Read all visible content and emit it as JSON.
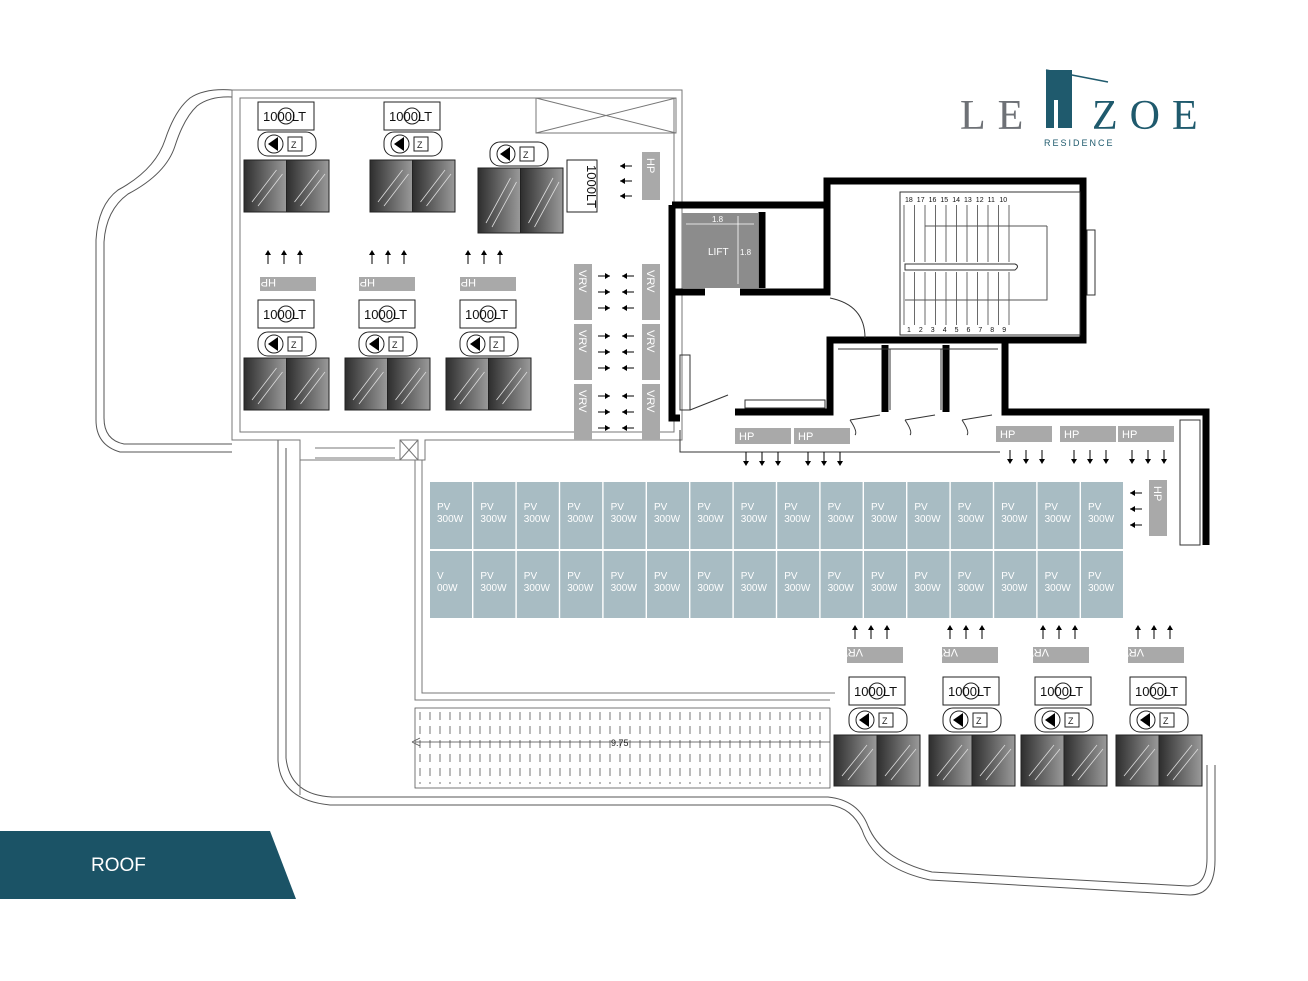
{
  "brand": {
    "name_left": "LE",
    "name_right": "ZOE",
    "subtitle": "RESIDENCE",
    "color": "#1f5a6d"
  },
  "floor_label": "ROOF",
  "colors": {
    "banner": "#1b5366",
    "pv": "#a8bcc3",
    "equipment": "#a9a9a9",
    "wall": "#000000",
    "lift": "#8c8c8c"
  },
  "labels": {
    "tank": "1000LT",
    "heat_pump": "HP",
    "vrv": "VRV",
    "lift": "LIFT",
    "lift_dim": "1.8",
    "pv_line1": "PV",
    "pv_line2": "300W",
    "pv_partial_line1": "V",
    "pv_partial_line2": "00W",
    "ramp_dim": "9.75",
    "pump_mark": "Z"
  },
  "stair_numbers_top": [
    "18",
    "17",
    "16",
    "15",
    "14",
    "13",
    "12",
    "11",
    "10"
  ],
  "stair_numbers_bottom": [
    "1",
    "2",
    "3",
    "4",
    "5",
    "6",
    "7",
    "8",
    "9"
  ]
}
